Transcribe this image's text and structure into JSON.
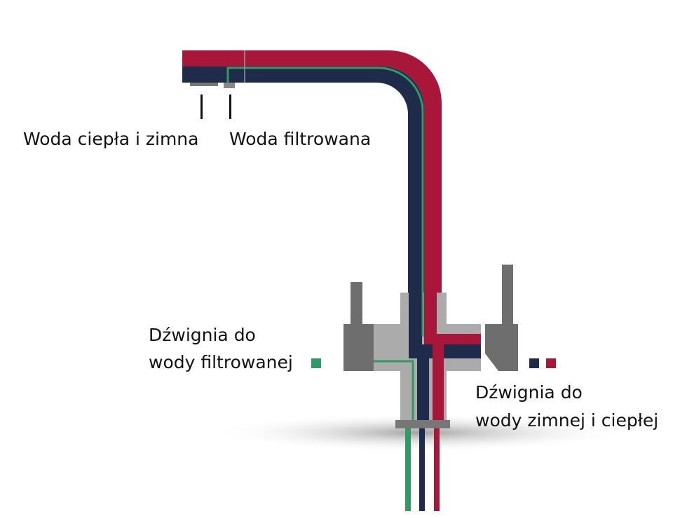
{
  "labels": {
    "hot_cold_outlet": "Woda ciepła i zimna",
    "filtered_outlet": "Woda filtrowana",
    "filtered_lever_line1": "Dźwignia do",
    "filtered_lever_line2": "wody filtrowanej",
    "hot_cold_lever_line1": "Dźwignia do",
    "hot_cold_lever_line2": "wody zimnej i ciepłej"
  },
  "colors": {
    "hot": "#a8163a",
    "cold": "#1f2b4a",
    "filtered": "#2f9a63",
    "body_light": "#ababab",
    "lever": "#6e6e6e"
  }
}
